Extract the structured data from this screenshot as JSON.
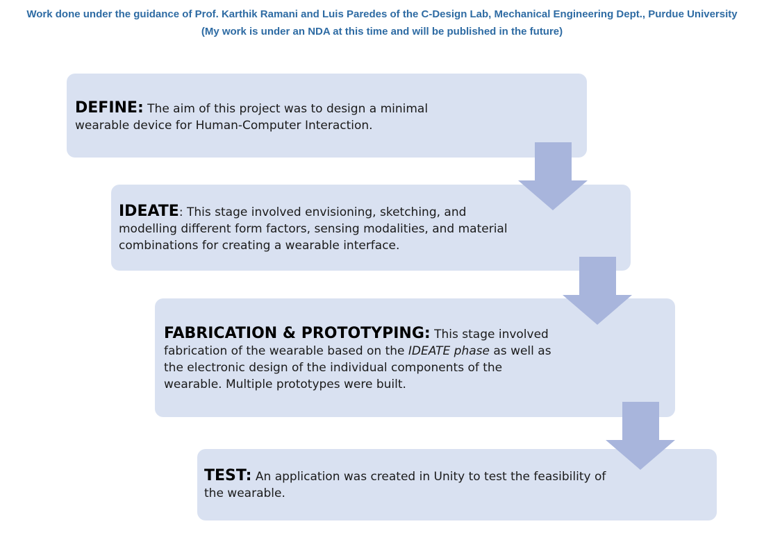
{
  "header": {
    "line1": "Work done under the guidance of Prof. Karthik Ramani and Luis Paredes of the C-Design Lab, Mechanical Engineering Dept., Purdue University",
    "line2": "(My work is under an NDA at this time and will be published in the future)"
  },
  "colors": {
    "header_text": "#2e6ba3",
    "box_fill": "#d9e1f1",
    "arrow_fill": "#a8b5dc"
  },
  "stages": [
    {
      "title": "DEFINE:",
      "line1": "The aim of this project was to design a minimal",
      "line2": "wearable device for Human-Computer Interaction."
    },
    {
      "title": "IDEATE",
      "colon": ":",
      "line1": "This stage involved envisioning, sketching, and",
      "line2": "modelling different form factors, sensing modalities, and material",
      "line3": "combinations for creating a wearable interface."
    },
    {
      "title": "FABRICATION & PROTOTYPING:",
      "line1": "This stage involved",
      "line2a": "fabrication of the wearable based on the",
      "line2_italic": "IDEATE phase",
      "line2b": "as well as",
      "line3": "the electronic design of the individual components of the",
      "line4": "wearable. Multiple prototypes were built."
    },
    {
      "title": "TEST:",
      "line1": "An application was created in Unity to test the feasibility of",
      "line2": "the wearable."
    }
  ]
}
